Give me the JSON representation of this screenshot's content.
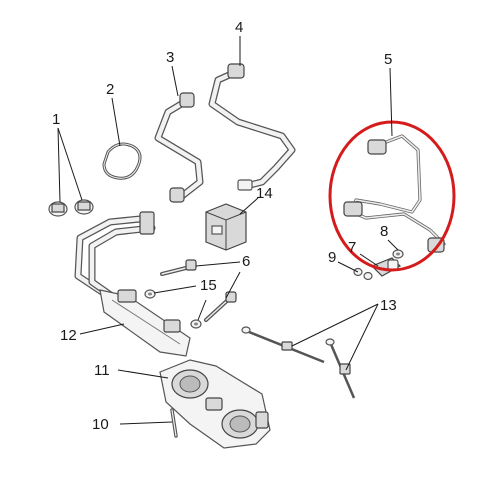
{
  "callouts": [
    {
      "id": "1",
      "label": "1"
    },
    {
      "id": "2",
      "label": "2"
    },
    {
      "id": "3",
      "label": "3"
    },
    {
      "id": "4",
      "label": "4"
    },
    {
      "id": "5",
      "label": "5"
    },
    {
      "id": "6",
      "label": "6"
    },
    {
      "id": "7",
      "label": "7"
    },
    {
      "id": "8",
      "label": "8"
    },
    {
      "id": "9",
      "label": "9"
    },
    {
      "id": "10",
      "label": "10"
    },
    {
      "id": "11",
      "label": "11"
    },
    {
      "id": "12",
      "label": "12"
    },
    {
      "id": "13",
      "label": "13"
    },
    {
      "id": "14",
      "label": "14"
    },
    {
      "id": "15",
      "label": "15"
    }
  ],
  "colors": {
    "highlight": "#d41c1c",
    "line": "#1a1a1a",
    "part_fill": "#f4f4f4",
    "part_stroke": "#555555"
  }
}
